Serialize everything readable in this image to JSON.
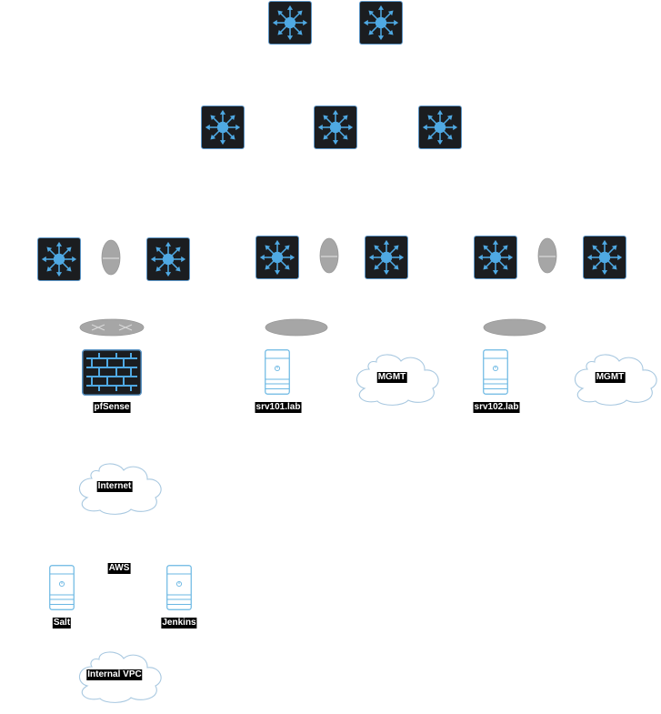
{
  "colors": {
    "switch_fill": "#1b1d20",
    "switch_stroke": "#5b94c5",
    "icon_blue": "#4fa9e3",
    "ellipse_gray": "#a6a6a6",
    "server_stroke": "#6ab7e3",
    "cloud_stroke": "#a8c8e0",
    "label_bg": "#000000",
    "label_text": "#ffffff"
  },
  "nodes": {
    "pfsense": {
      "label": "pfSense",
      "icon": "firewall-icon"
    },
    "srv101": {
      "label": "srv101.lab",
      "icon": "server-icon"
    },
    "srv102": {
      "label": "srv102.lab",
      "icon": "server-icon"
    },
    "mgmt_left": {
      "label": "MGMT",
      "icon": "cloud-icon"
    },
    "mgmt_right": {
      "label": "MGMT",
      "icon": "cloud-icon"
    },
    "internet": {
      "label": "Internet",
      "icon": "cloud-icon"
    },
    "aws": {
      "label": "AWS"
    },
    "salt": {
      "label": "Salt",
      "icon": "server-icon"
    },
    "jenkins": {
      "label": "Jenkins",
      "icon": "server-icon"
    },
    "internal_vpc": {
      "label": "Internal VPC",
      "icon": "cloud-icon"
    }
  },
  "switch_icon": "layer3-switch-icon",
  "stack_link_icon": "stack-link-icon",
  "router_icon": "router-disc-icon"
}
